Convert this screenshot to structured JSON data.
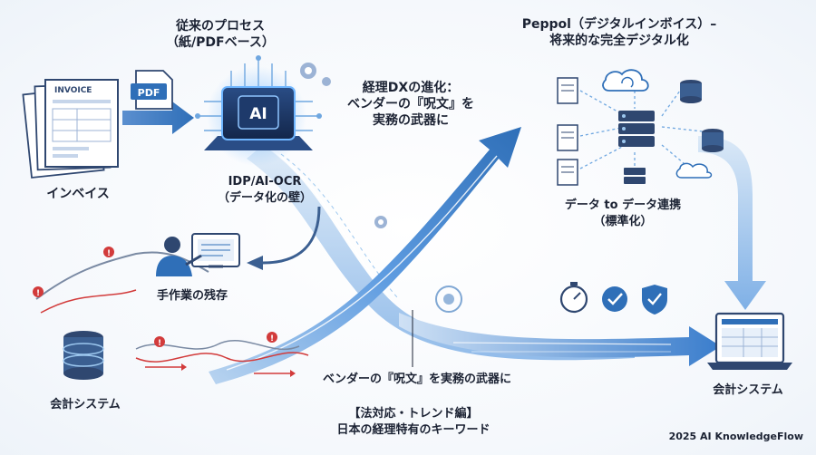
{
  "labels": {
    "legacy_process": [
      "従来のプロセス",
      "（紙/PDFベース）"
    ],
    "invoice": "インベイス",
    "idp_ocr": [
      "IDP/AI-OCR",
      "（データ化の壁）"
    ],
    "dx_evolution": [
      "経理DXの進化：",
      "ベンダーの『呪文』を",
      "実務の武器に"
    ],
    "peppol": [
      "Peppol（デジタルインボイス）–",
      "将来的な完全デジタル化"
    ],
    "data_link": [
      "データ to データ連携",
      "（標準化）"
    ],
    "manual_work": "手作業の残存",
    "accounting_left": "会計システム",
    "accounting_right": "会計システム",
    "vendor_spell": "ベンダーの『呪文』を実務の武器に",
    "footer": [
      "【法対応・トレンド編】",
      "日本の経理特有のキーワード"
    ],
    "credit": "2025 AI KnowledgeFlow"
  },
  "icon_text": {
    "invoice_header": "INVOICE",
    "pdf_badge": "PDF",
    "chip_label": "AI"
  },
  "colors": {
    "primary_blue": "#2f6fb8",
    "light_blue": "#9cc7ee",
    "dark_navy": "#1b2d4f",
    "alert_red": "#d23b3b",
    "text_dark": "#1b2233"
  }
}
